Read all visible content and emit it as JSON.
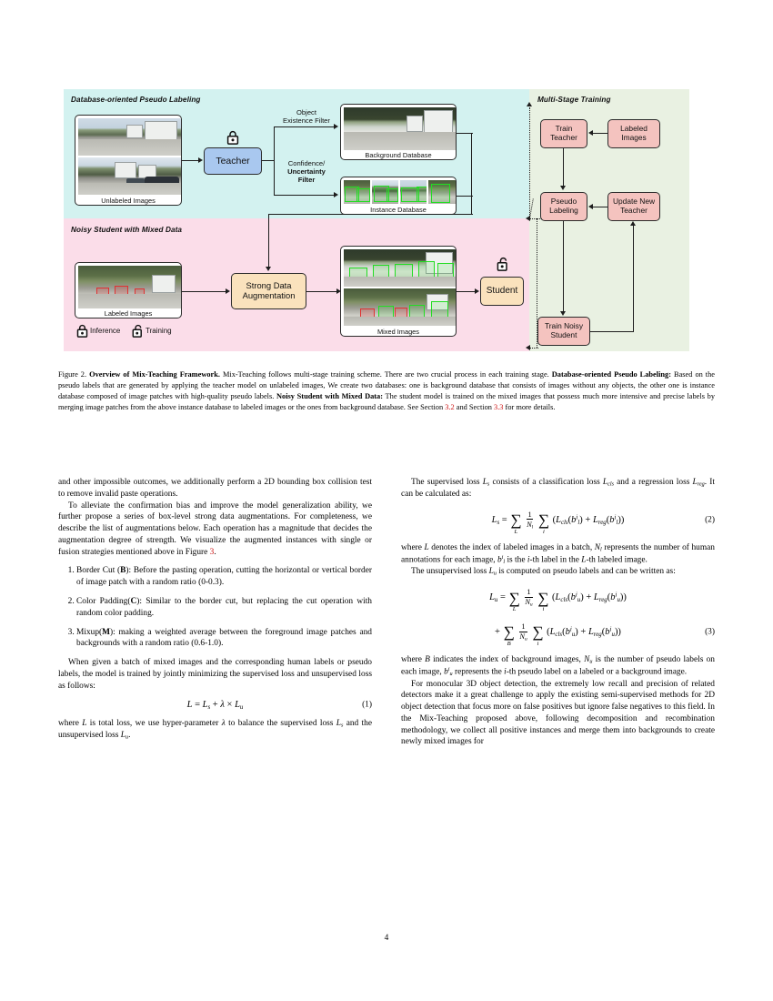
{
  "document": {
    "page_number": "4"
  },
  "figure": {
    "panels": {
      "pseudo_labeling_title": "Database-oriented Pseudo Labeling",
      "noisy_student_title": "Noisy Student with Mixed Data",
      "multi_stage_title": "Multi-Stage Training"
    },
    "nodes": {
      "teacher": "Teacher",
      "student": "Student",
      "strong_data_augmentation": "Strong Data\nAugmentation",
      "strong_data_augmentation_line1": "Strong Data",
      "strong_data_augmentation_line2": "Augmentation",
      "train_teacher_line1": "Train",
      "train_teacher_line2": "Teacher",
      "labeled_images_box_line1": "Labeled",
      "labeled_images_box_line2": "Images",
      "pseudo_labeling_line1": "Pseudo",
      "pseudo_labeling_line2": "Labeling",
      "update_new_teacher_line1": "Update New",
      "update_new_teacher_line2": "Teacher",
      "train_noisy_student_line1": "Train Noisy",
      "train_noisy_student_line2": "Student"
    },
    "image_captions": {
      "unlabeled_images": "Unlabeled Images",
      "background_database": "Background Database",
      "instance_database": "Instance Database",
      "labeled_images": "Labeled Images",
      "mixed_images": "Mixed Images"
    },
    "edge_labels": {
      "object_existence_filter_line1": "Object",
      "object_existence_filter_line2": "Existence Filter",
      "confidence_line1": "Confidence/",
      "confidence_line2": "Uncertainty",
      "confidence_line3": "Filter"
    },
    "legend": {
      "inference": "Inference",
      "training": "Training",
      "inference_icon": "closed-padlock-icon",
      "training_icon": "open-padlock-icon"
    },
    "colors": {
      "panel_pseudo": "#d3f2f0",
      "panel_noisy": "#fbdde9",
      "panel_multistage": "#e9f1e2",
      "teacher_box": "#a9c8ef",
      "student_box": "#fae2bd",
      "augmentation_box": "#fae2bd",
      "stage_box": "#f4c3bf",
      "instance_box_green": "#22dd22",
      "reference_link": "#cc1111"
    }
  },
  "caption": {
    "label": "Figure 2.",
    "title": "Overview of Mix-Teaching Framework.",
    "t1": " Mix-Teaching follows multi-stage training scheme. There are two crucial process in each training stage. ",
    "b1": "Database-oriented Pseudo Labeling:",
    "t2": " Based on the pseudo labels that are generated by applying the teacher model on unlabeled images, We create two databases: one is background database that consists of images without any objects, the other one is instance database composed of image patches with high-quality pseudo labels. ",
    "b2": "Noisy Student with Mixed Data:",
    "t3": " The student model is trained on the mixed images that possess much more intensive and precise labels by merging image patches from the above instance database to labeled images or the ones from background database. See Section ",
    "ref1": "3.2",
    "t4": " and Section ",
    "ref2": "3.3",
    "t5": " for more details."
  },
  "left_column": {
    "p1": "and other impossible outcomes, we additionally perform a 2D bounding box collision test to remove invalid paste operations.",
    "p2_a": "To alleviate the confirmation bias and improve the model generalization ability, we further propose a series of box-level strong data augmentations. For completeness, we describe the list of augmentations below. Each operation has a magnitude that decides the augmentation degree of strength. We visualize the augmented instances with single or fusion strategies mentioned above in Figure ",
    "p2_ref": "3",
    "p2_b": ".",
    "list": [
      {
        "pre": "Border Cut (",
        "bold": "B",
        "post": "): Before the pasting operation, cutting the horizontal or vertical border of image patch with a random ratio (0-0.3)."
      },
      {
        "pre": "Color Padding(",
        "bold": "C",
        "post": "): Similar to the border cut, but replacing the cut operation with random color padding."
      },
      {
        "pre": "Mixup(",
        "bold": "M",
        "post": "): making a weighted average between the foreground image patches and backgrounds with a random ratio (0.6-1.0)."
      }
    ],
    "p3": "When given a batch of mixed images and the corresponding human labels or pseudo labels, the model is trained by jointly minimizing the supervised loss and unsupervised loss as follows:",
    "eq1_tag": "(1)",
    "p4": "where L is total loss, we use hyper-parameter λ to balance the supervised loss Ls and the unsupervised loss Lu."
  },
  "right_column": {
    "p1": "The supervised loss Ls consists of a classification loss Lcls and a regression loss Lreg. It can be calculated as:",
    "eq2_tag": "(2)",
    "p2": "where L denotes the index of labeled images in a batch, Nl represents the number of human annotations for each image, bli is the i-th label in the L-th labeled image.",
    "p3": "The unsupervised loss Lu is computed on pseudo labels and can be written as:",
    "eq3_tag": "(3)",
    "p4": "where B indicates the index of background images, Nu is the number of pseudo labels on each image, bui represents the i-th pseudo label on a labeled or a background image.",
    "p5": "For monocular 3D object detection, the extremely low recall and precision of related detectors make it a great challenge to apply the existing semi-supervised methods for 2D object detection that focus more on false positives but ignore false negatives to this field. In the Mix-Teaching proposed above, following decomposition and recombination methodology, we collect all positive instances and merge them into backgrounds to create newly mixed images for"
  }
}
